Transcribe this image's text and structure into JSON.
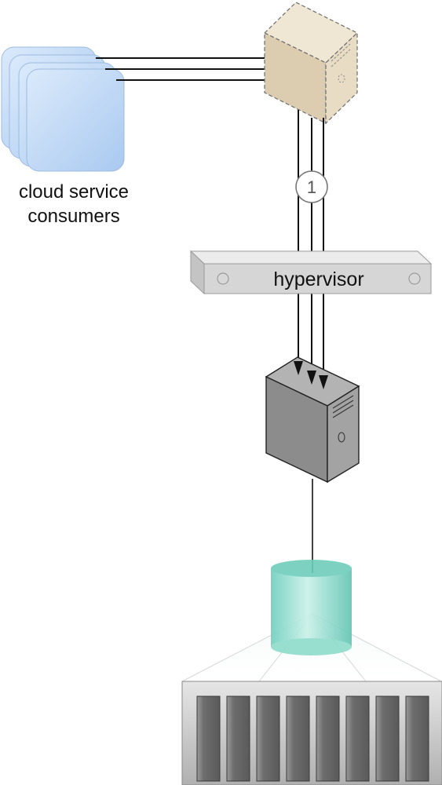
{
  "labels": {
    "consumers_line1": "cloud service",
    "consumers_line2": "consumers",
    "hypervisor": "hypervisor",
    "step_number": "1"
  },
  "colors": {
    "consumer_fill": "#bcd8f5",
    "virtual_server_fill": "#e2d5bd",
    "physical_server_fill": "#8a8a8a",
    "storage_fill": "#7fd6c8",
    "hypervisor_fill": "#d9d9d9",
    "storage_array_fill": "#bfbfbf"
  },
  "icons": {
    "consumers": "cloud-consumer-stack-icon",
    "virtual_server": "virtual-server-icon",
    "physical_server": "physical-server-icon",
    "storage": "storage-device-icon",
    "storage_array": "storage-array-icon"
  }
}
